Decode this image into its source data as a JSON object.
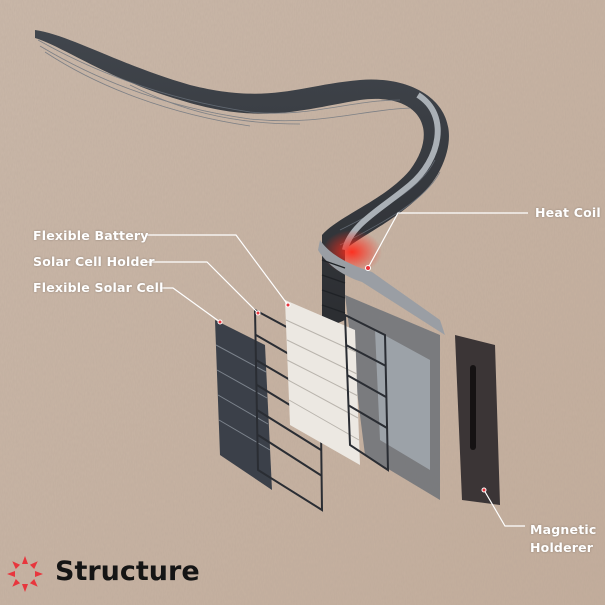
{
  "title": "Structure",
  "labels": {
    "heat_coil": "Heat Coil",
    "flexible_battery": "Flexible Battery",
    "solar_cell_holder": "Solar Cell Holder",
    "flexible_solar_cell": "Flexible Solar Cell",
    "magnetic_holderer_line1": "Magnetic",
    "magnetic_holderer_line2": "Holderer"
  },
  "colors": {
    "accent": "#e8363d",
    "background": "#c8b4a4",
    "band": "#2e3238",
    "label": "#ffffff"
  }
}
